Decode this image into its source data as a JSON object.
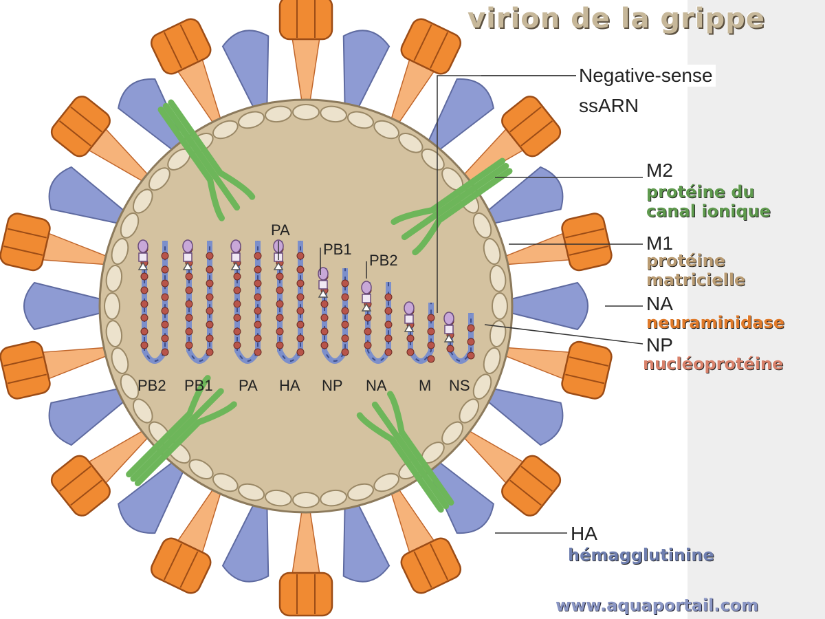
{
  "title": "virion de la grippe",
  "labels": {
    "negative_sense_line1": "Negative-sense",
    "negative_sense_line2": "ssARN",
    "m2": "M2",
    "m2_fr_line1": "protéine du",
    "m2_fr_line2": "canal ionique",
    "m1": "M1",
    "m1_fr_line1": "protéine",
    "m1_fr_line2": "matricielle",
    "na": "NA",
    "na_fr": "neuraminidase",
    "np": "NP",
    "np_fr": "nucléoprotéine",
    "ha": "HA",
    "ha_fr": "hémagglutinine"
  },
  "segments": [
    "PB2",
    "PB1",
    "PA",
    "HA",
    "NP",
    "NA",
    "M",
    "NS"
  ],
  "polymerase_labels": {
    "pa": "PA",
    "pb1": "PB1",
    "pb2": "PB2"
  },
  "website": "www.aquaportail.com",
  "colors": {
    "envelope": "#d4c2a0",
    "matrix": "#ece2cc",
    "ha_spike": "#f08a32",
    "na_spike": "#8e9bd3",
    "m2_channel": "#6db65a",
    "rna_strand": "#7c8fcb",
    "nucleoprotein": "#b8554a"
  }
}
